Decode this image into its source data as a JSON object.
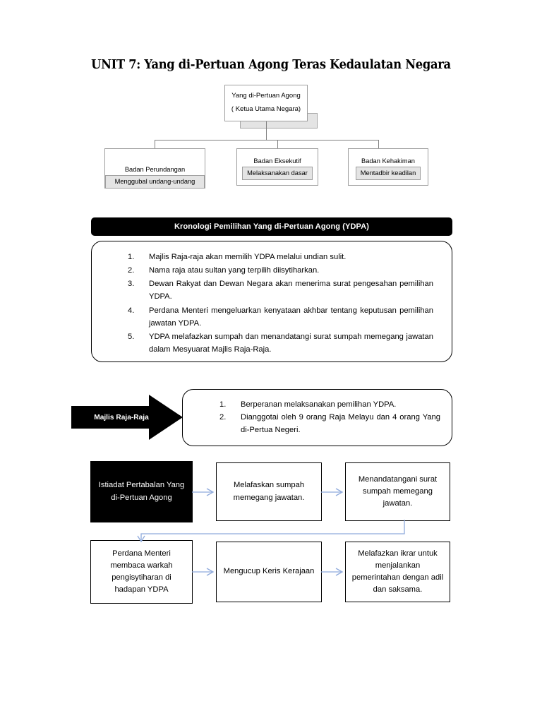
{
  "document": {
    "title": "UNIT 7: Yang di-Pertuan Agong Teras Kedaulatan Negara"
  },
  "org_chart": {
    "root": {
      "line1": "Yang di-Pertuan Agong",
      "line2": "( Ketua Utama Negara)"
    },
    "branches": [
      {
        "title": "Badan Perundangan",
        "role": "Menggubal undang-undang"
      },
      {
        "title": "Badan Eksekutif",
        "role": "Melaksanakan dasar"
      },
      {
        "title": "Badan Kehakiman",
        "role": "Mentadbir keadilan"
      }
    ]
  },
  "kronologi": {
    "header": "Kronologi Pemilihan Yang di-Pertuan Agong (YDPA)",
    "items": [
      {
        "num": "1.",
        "text": "Majlis Raja-raja akan memilih YDPA melalui undian sulit."
      },
      {
        "num": "2.",
        "text": "Nama raja atau sultan yang terpilih diisytiharkan."
      },
      {
        "num": "3.",
        "text": "Dewan Rakyat dan Dewan Negara akan menerima surat pengesahan pemilihan YDPA."
      },
      {
        "num": "4.",
        "text": "Perdana Menteri mengeluarkan kenyataan akhbar tentang keputusan pemilihan jawatan YDPA."
      },
      {
        "num": "5.",
        "text": "YDPA melafazkan sumpah dan menandatangi surat sumpah memegang jawatan dalam Mesyuarat Majlis Raja-Raja."
      }
    ]
  },
  "majlis": {
    "arrow_label": "Majlis Raja-Raja",
    "items": [
      {
        "num": "1.",
        "text": "Berperanan melaksanakan pemilihan YDPA."
      },
      {
        "num": "2.",
        "text": "Dianggotai oleh 9 orang Raja Melayu dan 4 orang Yang di-Pertua Negeri."
      }
    ]
  },
  "istiadat": {
    "steps": [
      "Istiadat Pertabalan Yang di-Pertuan Agong",
      "Melafaskan sumpah memegang jawatan.",
      "Menandatangani surat sumpah memegang jawatan.",
      "Perdana Menteri membaca warkah pengisytiharan di hadapan YDPA",
      "Mengucup Keris Kerajaan",
      "Melafazkan ikrar untuk menjalankan pemerintahan dengan adil dan saksama."
    ]
  },
  "colors": {
    "arrow_blue": "#8faadc",
    "connector_grey": "#808080",
    "panel_fill_grey": "#e4e4e4",
    "black": "#000000"
  }
}
